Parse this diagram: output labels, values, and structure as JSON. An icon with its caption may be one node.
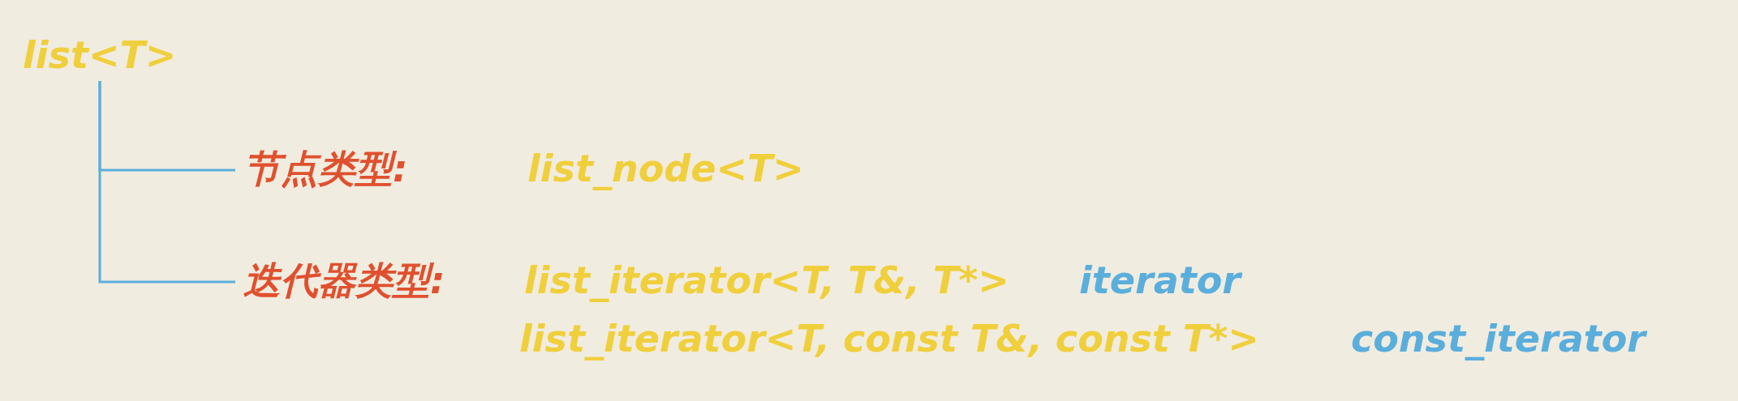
{
  "diagram": {
    "nodes": [
      {
        "text": [
          "list<T>"
        ]
      },
      {
        "text": [
          "节点类型:",
          "list_node<T>"
        ]
      },
      {
        "text": [
          "迭代器类型:",
          "list_iterator<T, T&, T*>",
          "iterator",
          "list_iterator<T, const T&, const T*>",
          "const_iterator"
        ]
      }
    ],
    "edges": [
      {
        "from": 0,
        "to": 1,
        "arrow": "none"
      },
      {
        "from": 0,
        "to": 2,
        "arrow": "none"
      }
    ]
  }
}
